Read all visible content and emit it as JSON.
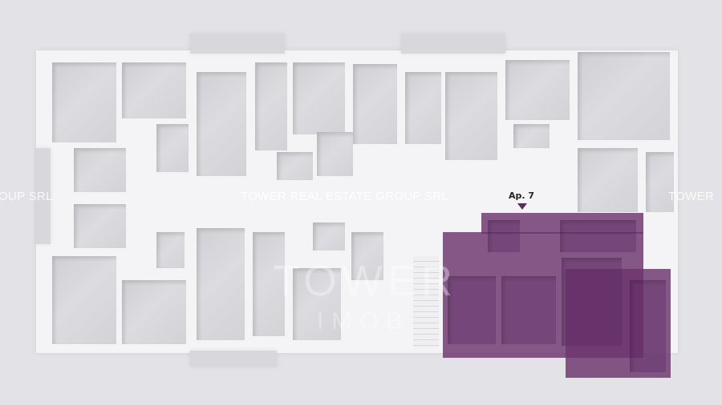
{
  "watermark": {
    "left_text": "OUP SRL",
    "center_text": "TOWER REAL ESTATE GROUP SRL",
    "right_text": "TOWER",
    "logo_main": "TOWER",
    "logo_sub": "IMOB"
  },
  "apartment": {
    "label": "Ap. 7",
    "highlight_color": "#6c346e",
    "selected": true
  }
}
